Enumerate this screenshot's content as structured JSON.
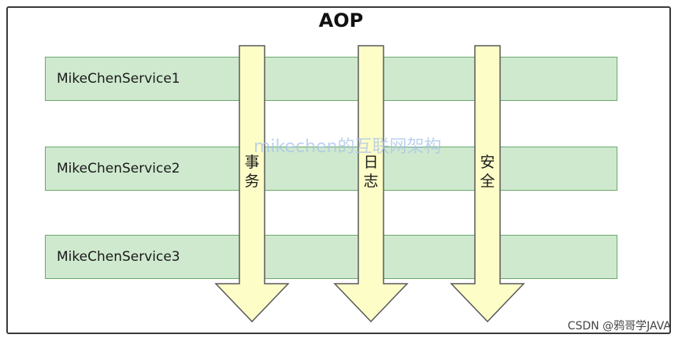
{
  "diagram": {
    "title": "AOP",
    "services": [
      {
        "label": "MikeChenService1"
      },
      {
        "label": "MikeChenService2"
      },
      {
        "label": "MikeChenService3"
      }
    ],
    "aspects": [
      {
        "label": "事务"
      },
      {
        "label": "日志"
      },
      {
        "label": "安全"
      }
    ],
    "watermark": "mikechen的互联网架构",
    "credit": "CSDN @鸦哥学JAVA"
  },
  "colors": {
    "service_fill": "#cfe9cf",
    "service_border": "#6aa96a",
    "arrow_fill": "#fdfdc8",
    "arrow_stroke": "#5a5a5a",
    "frame_border": "#3a3a3a"
  }
}
